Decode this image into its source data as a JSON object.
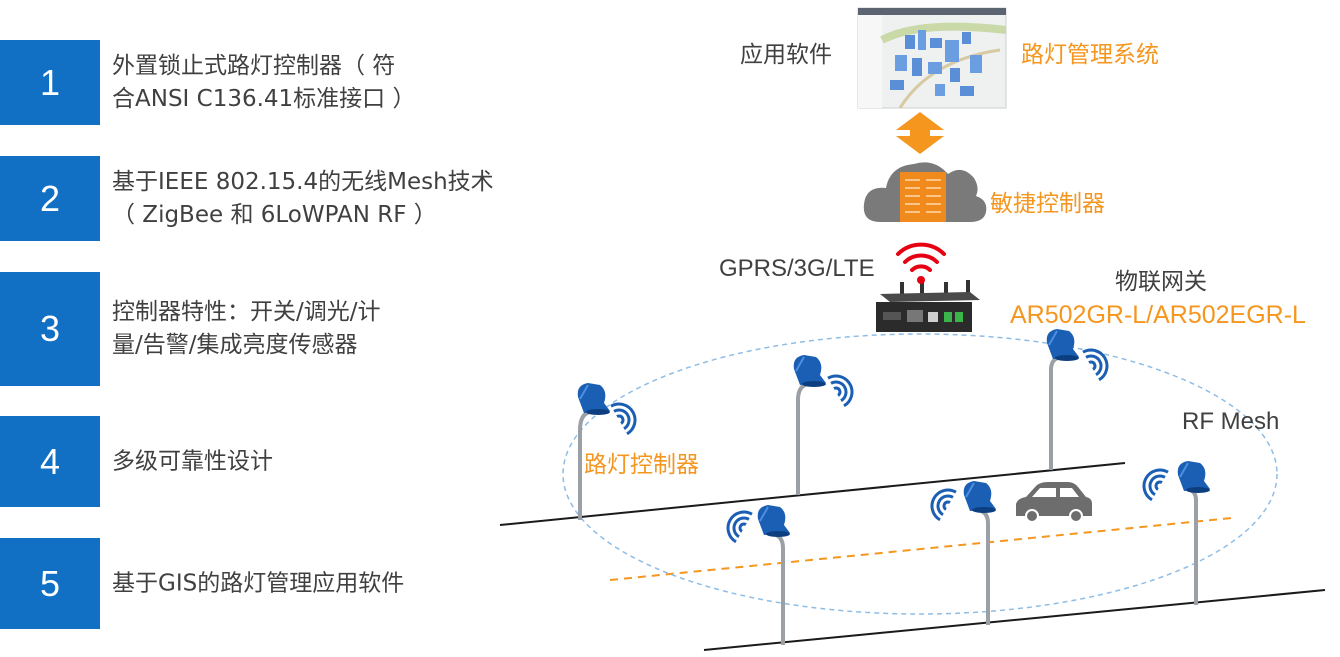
{
  "features": [
    {
      "num": "1",
      "lines": [
        "外置锁止式路灯控制器（ 符",
        "合ANSI C136.41标准接口 ）"
      ]
    },
    {
      "num": "2",
      "lines": [
        "基于IEEE 802.15.4的无线Mesh技术",
        "（ ZigBee 和 6LoWPAN RF ）"
      ]
    },
    {
      "num": "3",
      "lines": [
        "控制器特性：开关/调光/计",
        "量/告警/集成亮度传感器"
      ]
    },
    {
      "num": "4",
      "lines": [
        "多级可靠性设计"
      ]
    },
    {
      "num": "5",
      "lines": [
        "基于GIS的路灯管理应用软件"
      ]
    }
  ],
  "diagram": {
    "app_label": "应用软件",
    "system_label": "路灯管理系统",
    "controller_label": "敏捷控制器",
    "network_label": "GPRS/3G/LTE",
    "gateway_label": "物联网关",
    "gateway_model": "AR502GR-L/AR502EGR-L",
    "mesh_label": "RF Mesh",
    "lamp_controller_label": "路灯控制器"
  },
  "colors": {
    "number_box": "#1170c4",
    "text": "#404040",
    "accent": "#f5961e",
    "wifi_red": "#e60012",
    "lamp_blue": "#1a5fb4",
    "mesh_line": "#8fbde6"
  }
}
